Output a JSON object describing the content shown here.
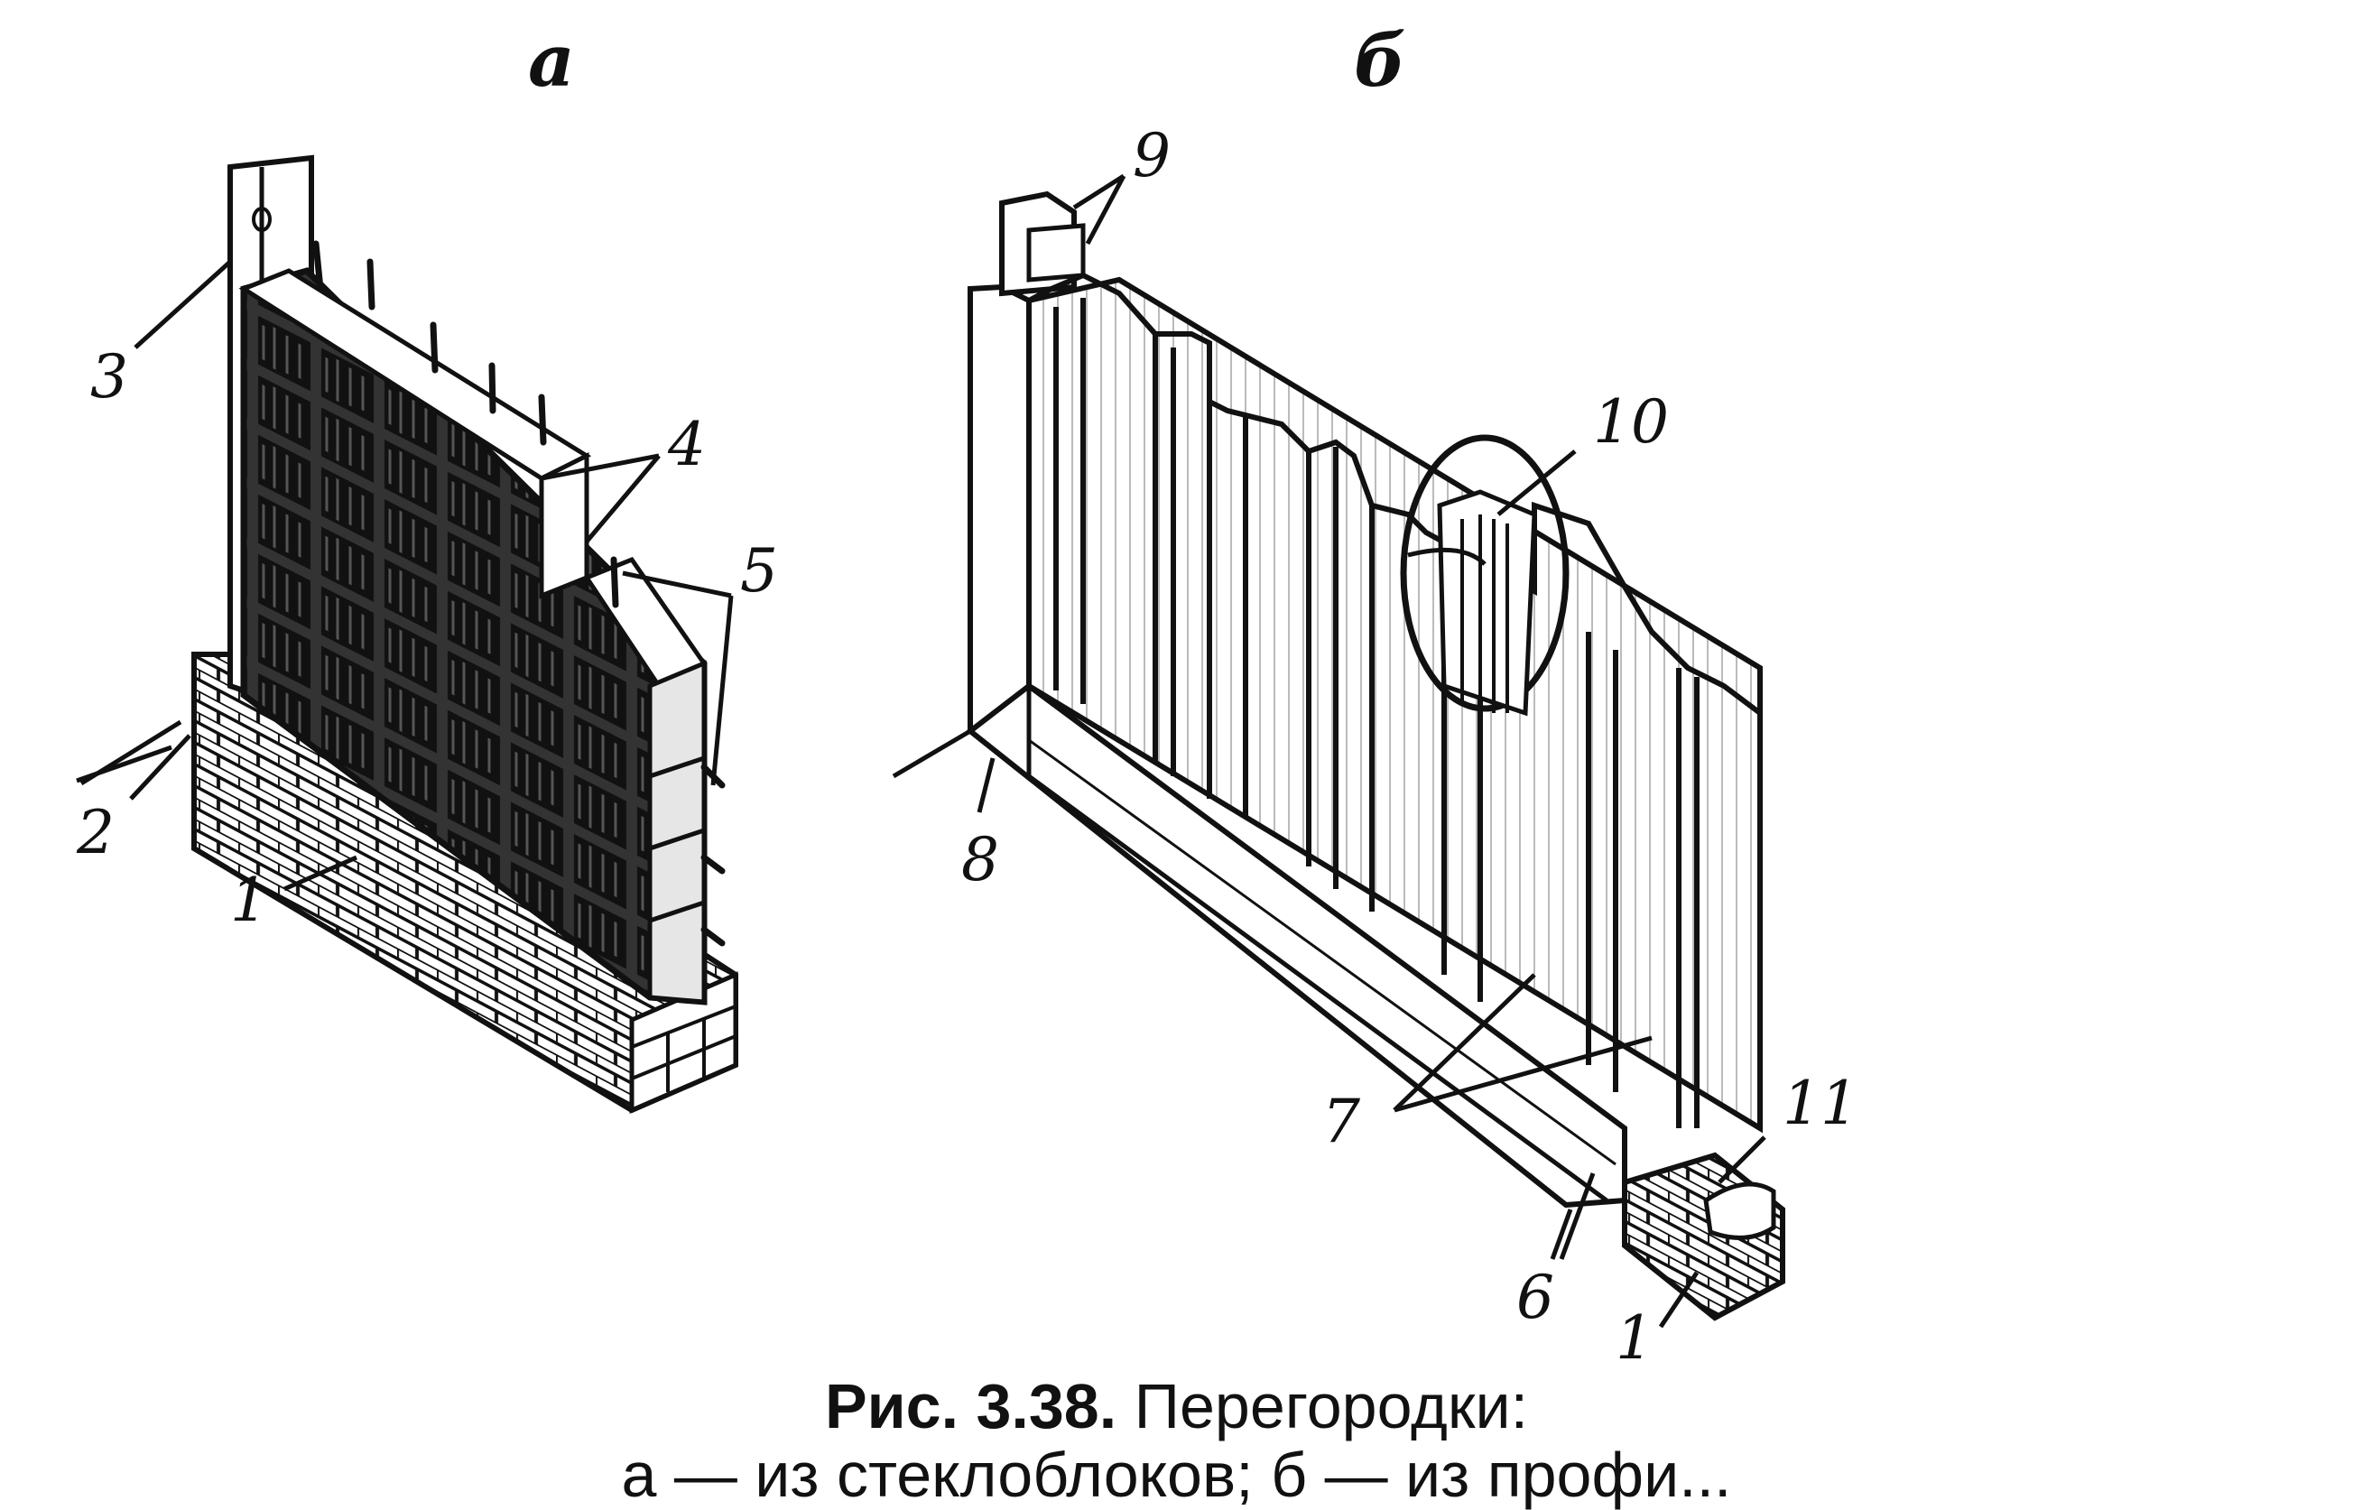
{
  "figure": {
    "sub_a": "а",
    "sub_b": "б",
    "labels_a": {
      "l1": "1",
      "l2": "2",
      "l3": "3",
      "l4": "4",
      "l5": "5"
    },
    "labels_b": {
      "l1": "1",
      "l6": "6",
      "l7": "7",
      "l8": "8",
      "l9": "9",
      "l10": "10",
      "l11": "11"
    }
  },
  "caption": {
    "number": "Рис. 3.38.",
    "title": "Перегородки:",
    "line2": "а — из стеклоблоков; б — из профи..."
  }
}
